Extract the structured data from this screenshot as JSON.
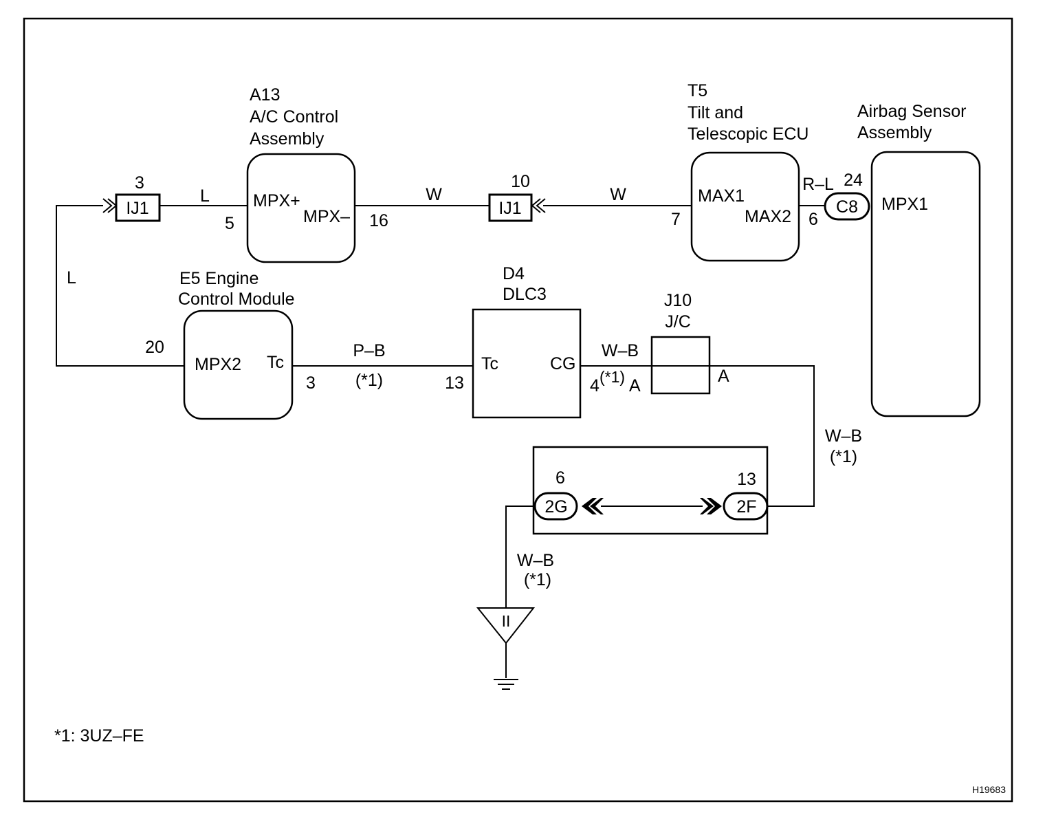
{
  "components": {
    "ac_control": {
      "id": "A13",
      "name_line1": "A/C Control",
      "name_line2": "Assembly",
      "pin_mpx_plus": "MPX+",
      "pin_mpx_minus": "MPX–",
      "pin_num_mpx_plus": "5",
      "pin_num_mpx_minus": "16"
    },
    "tilt_ecu": {
      "id": "T5",
      "name_line1": "Tilt and",
      "name_line2": "Telescopic ECU",
      "pin_max1": "MAX1",
      "pin_max2": "MAX2",
      "pin_num_max1": "7",
      "pin_num_max2": "6"
    },
    "airbag_sensor": {
      "name_line1": "Airbag Sensor",
      "name_line2": "Assembly",
      "pin_mpx1": "MPX1",
      "pin_num_mpx1": "24",
      "connector": "C8"
    },
    "ecm": {
      "name_line1": "E5 Engine",
      "name_line2": "Control Module",
      "pin_mpx2": "MPX2",
      "pin_tc": "Tc",
      "pin_num_mpx2": "20",
      "pin_num_tc": "3"
    },
    "dlc3": {
      "id": "D4",
      "name": "DLC3",
      "pin_tc": "Tc",
      "pin_cg": "CG",
      "pin_num_tc": "13",
      "pin_num_cg": "4",
      "pin_note": "(*1)",
      "pin_suffix": "A"
    },
    "jc": {
      "id": "J10",
      "name": "J/C",
      "pin_a": "A"
    }
  },
  "connectors": {
    "ij1_left": {
      "label": "IJ1",
      "pin": "3"
    },
    "ij1_mid": {
      "label": "IJ1",
      "pin": "10"
    },
    "c_2g": {
      "label": "2G",
      "pin": "6"
    },
    "c_2f": {
      "label": "2F",
      "pin": "13"
    }
  },
  "wires": {
    "left_top": "L",
    "left_vertical": "L",
    "ac_to_ij1": "W",
    "ij1_to_tilt": "W",
    "tilt_to_airbag": "R–L",
    "ecm_to_dlc": "P–B",
    "ecm_to_dlc_note": "(*1)",
    "dlc_to_jc": "W–B",
    "jc_to_2f": "W–B",
    "jc_to_2f_note": "(*1)",
    "ground": "W–B",
    "ground_note": "(*1)"
  },
  "ground_symbol": "II",
  "footnote": "*1: 3UZ–FE",
  "figure_code": "H19683"
}
